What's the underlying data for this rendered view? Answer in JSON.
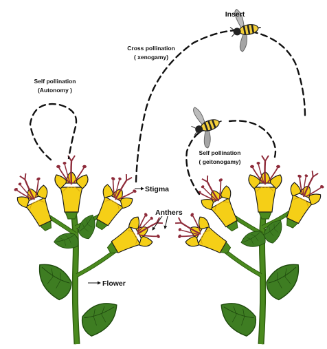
{
  "labels": {
    "insert": "Insert",
    "cross_line1": "Cross pollination",
    "cross_line2": "( xenogamy)",
    "self_auto_line1": "Self pollination",
    "self_auto_line2": "(Autonomy )",
    "self_geito_line1": "Self pollination",
    "self_geito_line2": "( geitonogamy)",
    "stigma": "Stigma",
    "anthers": "Anthers",
    "flower": "Flower"
  },
  "colors": {
    "stem": "#4a8a1e",
    "stem_dark": "#2f5e10",
    "leaf": "#3e7d22",
    "leaf_dark": "#1f4a0e",
    "petal": "#f5cf17",
    "petal_dark": "#d8a20c",
    "stamen": "#8e2b3a",
    "bee_body": "#f3cf3a",
    "bee_stripe": "#222222",
    "wing": "#9c9c9c",
    "path": "#111111"
  },
  "icons": {
    "bee": "bee-icon",
    "arrow": "arrow-icon"
  }
}
